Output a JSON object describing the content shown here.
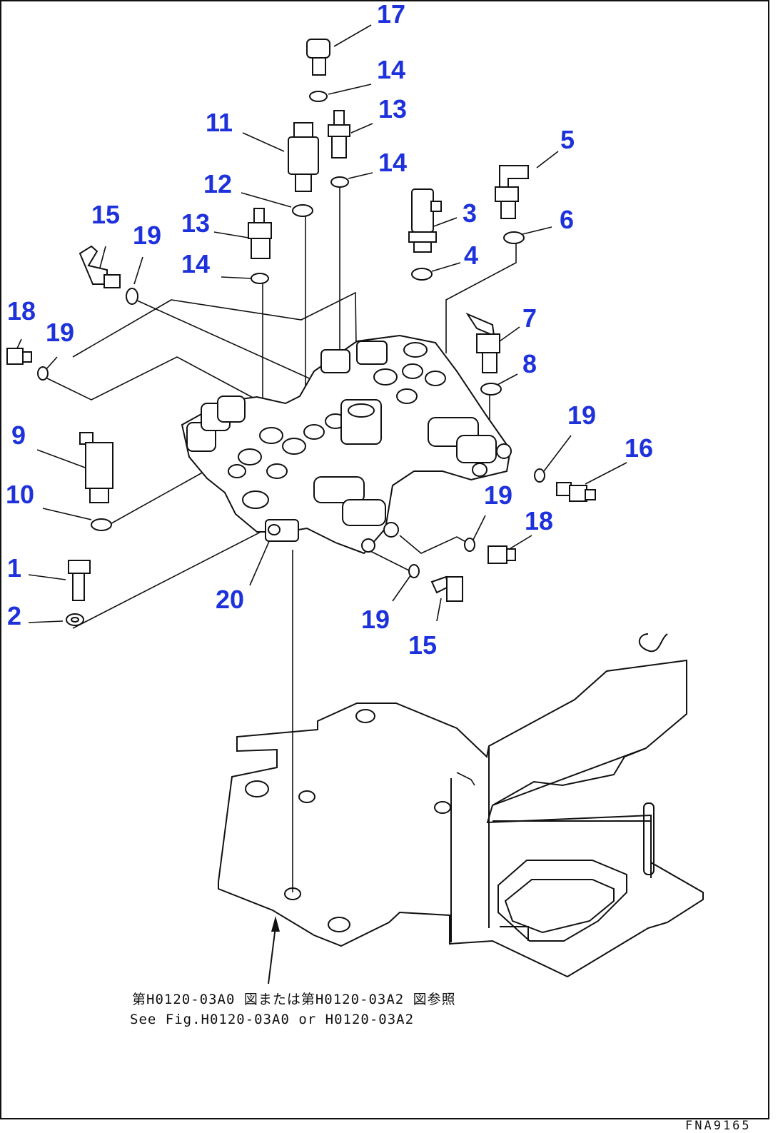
{
  "callouts": [
    "17",
    "14",
    "13",
    "11",
    "14",
    "12",
    "5",
    "13",
    "3",
    "15",
    "19",
    "6",
    "14",
    "4",
    "18",
    "19",
    "7",
    "8",
    "9",
    "19",
    "16",
    "10",
    "19",
    "18",
    "1",
    "20",
    "2",
    "19",
    "15"
  ],
  "reference_note": {
    "jp": "第H0120-03A0 図または第H0120-03A2 図参照",
    "en": "See Fig.H0120-03A0 or H0120-03A2"
  },
  "figure_code": "FNA9165",
  "colors": {
    "callout": "#1e32dc",
    "line": "#111111"
  }
}
